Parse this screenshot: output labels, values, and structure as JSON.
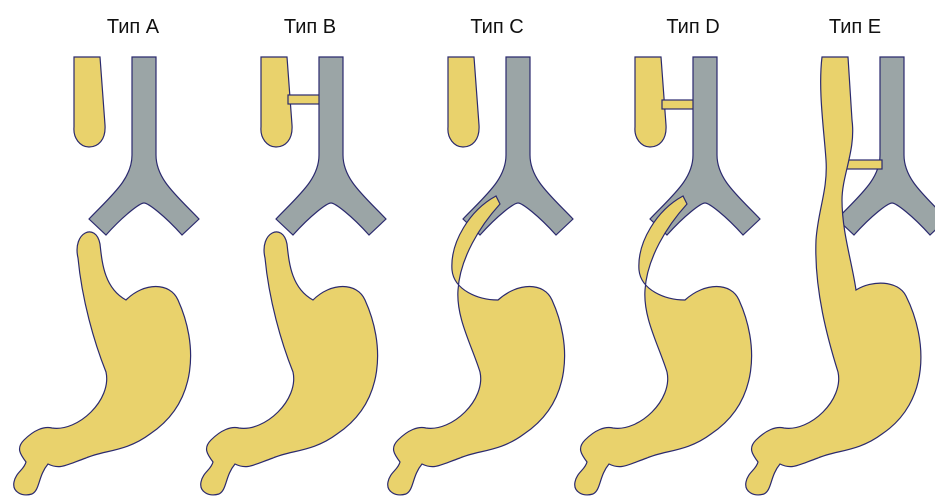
{
  "colors": {
    "esophagus": "#E9D26C",
    "trachea": "#9BA5A6",
    "outline": "#2B2A6E",
    "background": "#FFFFFF"
  },
  "panels": [
    {
      "id": "a",
      "label": "Тип A",
      "type": "A"
    },
    {
      "id": "b",
      "label": "Тип B",
      "type": "B"
    },
    {
      "id": "c",
      "label": "Тип C",
      "type": "C"
    },
    {
      "id": "d",
      "label": "Тип D",
      "type": "D"
    },
    {
      "id": "e",
      "label": "Тип E",
      "type": "E"
    }
  ]
}
